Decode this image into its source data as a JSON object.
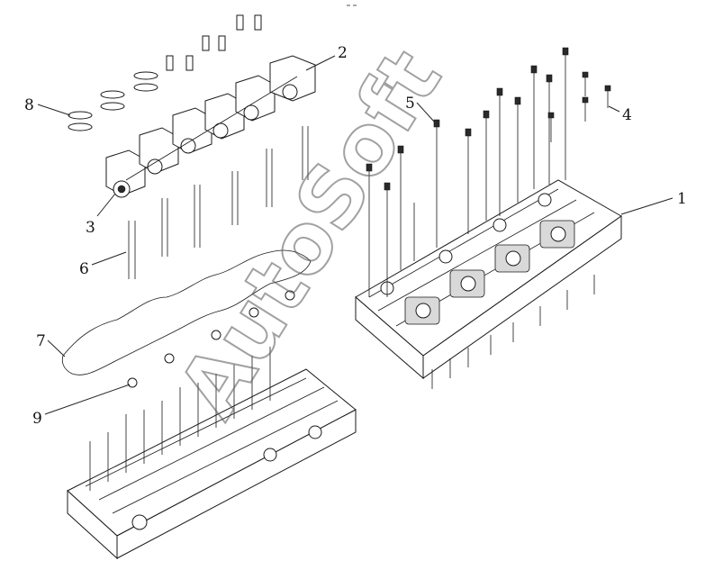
{
  "callouts": [
    {
      "id": "1",
      "label": "1"
    },
    {
      "id": "2",
      "label": "2"
    },
    {
      "id": "3",
      "label": "3"
    },
    {
      "id": "4",
      "label": "4"
    },
    {
      "id": "5",
      "label": "5"
    },
    {
      "id": "6",
      "label": "6"
    },
    {
      "id": "7",
      "label": "7"
    },
    {
      "id": "8",
      "label": "8"
    },
    {
      "id": "9",
      "label": "9"
    }
  ],
  "watermark": "AutoSoft",
  "colors": {
    "ink": "#1a1a1a",
    "background": "#ffffff"
  }
}
